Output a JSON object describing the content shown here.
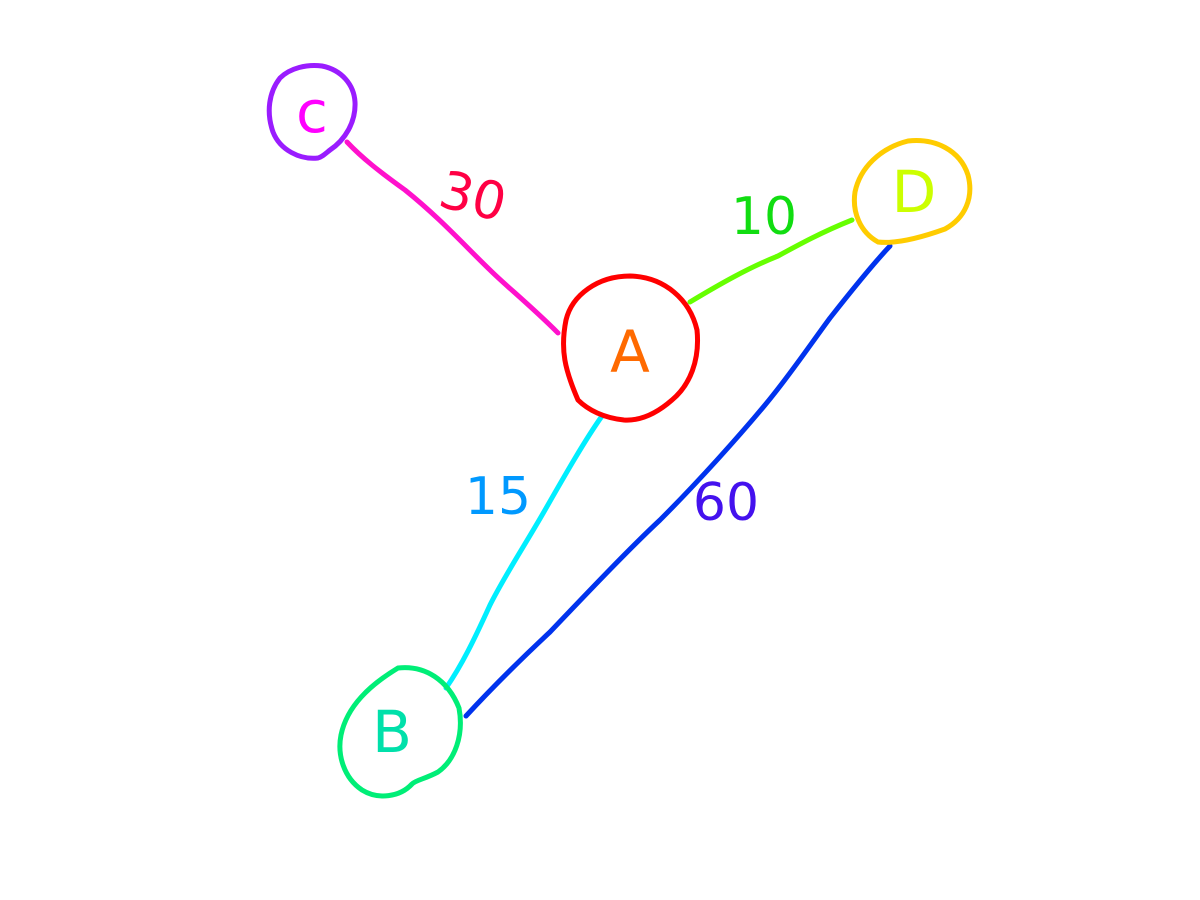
{
  "graph": {
    "nodes": [
      {
        "id": "A",
        "label": "A",
        "circle_color": "#ff0000",
        "label_color": "#ff6a00"
      },
      {
        "id": "B",
        "label": "B",
        "circle_color": "#00ee77",
        "label_color": "#00e0aa"
      },
      {
        "id": "C",
        "label": "c",
        "circle_color": "#9a1cff",
        "label_color": "#ff00ff"
      },
      {
        "id": "D",
        "label": "D",
        "circle_color": "#ffcc00",
        "label_color": "#ccff00"
      }
    ],
    "edges": [
      {
        "from": "A",
        "to": "C",
        "weight": "30",
        "line_color": "#ff11cc",
        "label_color": "#ff0044"
      },
      {
        "from": "A",
        "to": "D",
        "weight": "10",
        "line_color": "#66ff00",
        "label_color": "#11dd11"
      },
      {
        "from": "A",
        "to": "B",
        "weight": "15",
        "line_color": "#00eeff",
        "label_color": "#0099ff"
      },
      {
        "from": "B",
        "to": "D",
        "weight": "60",
        "line_color": "#0033ee",
        "label_color": "#4411ee"
      }
    ]
  }
}
